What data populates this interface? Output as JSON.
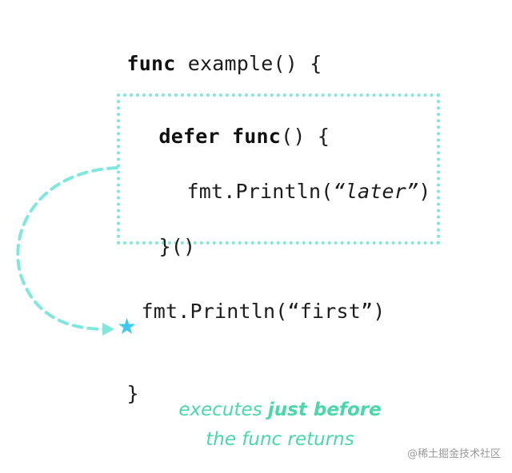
{
  "code": {
    "line1": {
      "keyword": "func",
      "rest": " example() {"
    },
    "line2": {
      "keyword1": "defer",
      "space": " ",
      "keyword2": "func",
      "rest": "() {"
    },
    "line3": {
      "prefix": "fmt.Println(",
      "string": "“later”",
      "suffix": ")"
    },
    "line4": {
      "text": "}()"
    },
    "line5": {
      "text": "fmt.Println(“first”)"
    },
    "line6": {
      "text": "}"
    }
  },
  "marker": {
    "symbol": "★",
    "color": "#3ec9f0"
  },
  "caption": {
    "part1": "executes ",
    "bold": "just before",
    "line2": "the func returns",
    "color": "#49d8a8"
  },
  "colors": {
    "box_border": "#7fe8dc",
    "arrow": "#7fe8dc"
  },
  "watermark": "@稀土掘金技术社区"
}
